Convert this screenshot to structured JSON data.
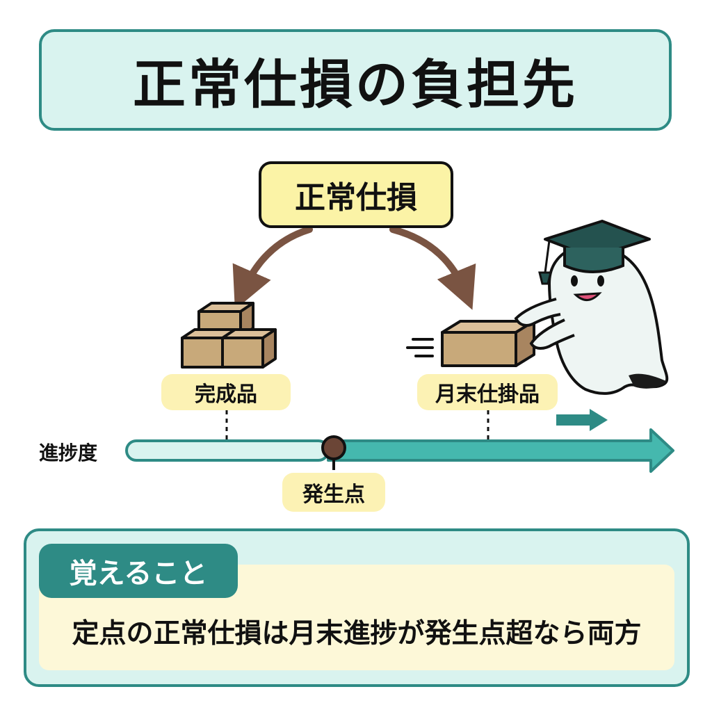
{
  "title": "正常仕損の負担先",
  "center_label": "正常仕損",
  "labels": {
    "finished_goods": "完成品",
    "wip": "月末仕掛品",
    "occurrence_point": "発生点",
    "progress_axis": "進捗度"
  },
  "memo": {
    "tag": "覚えること",
    "text": "定点の正常仕損は月末進捗が発生点超なら両方"
  },
  "colors": {
    "teal": "#2e8b85",
    "teal_light": "#d9f3ef",
    "yellow": "#fbf3a6",
    "brown_arrow": "#7a5442",
    "box_tan": "#c8a97a"
  }
}
